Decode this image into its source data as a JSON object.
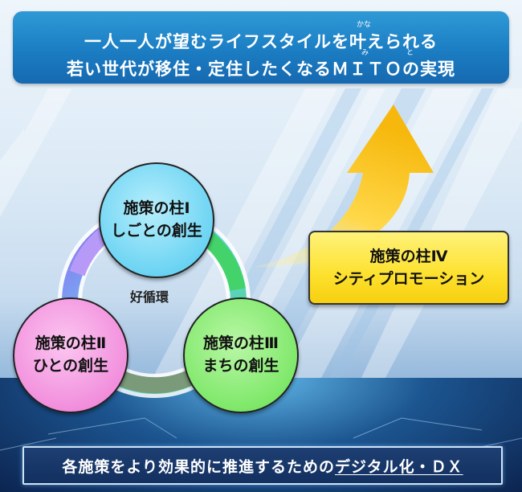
{
  "banner": {
    "line1": "一人一人が望むライフスタイルを叶えられる",
    "line2": "若い世代が移住・定住したくなるＭＩＴＯの実現",
    "ruby_kana": "かな",
    "ruby_mi": "み",
    "ruby_to": "と"
  },
  "pillars": {
    "p1": {
      "title": "施策の柱Ⅰ",
      "subtitle": "しごとの創生"
    },
    "p2": {
      "title": "施策の柱Ⅱ",
      "subtitle": "ひとの創生"
    },
    "p3": {
      "title": "施策の柱Ⅲ",
      "subtitle": "まちの創生"
    },
    "p4": {
      "title": "施策の柱Ⅳ",
      "subtitle": "シティプロモーション"
    }
  },
  "cycle_label": "好循環",
  "footer": {
    "prefix": "各施策をより効果的に推進するための",
    "underlined": "デジタル化・ＤＸ"
  },
  "colors": {
    "banner": "#1b7dc3",
    "pillar1": "#6cd4f3",
    "pillar2": "#f28fdd",
    "pillar3": "#7fe86a",
    "pillar4": "#fde12e",
    "arrow": "#fcc51a",
    "footer": "#123060"
  }
}
